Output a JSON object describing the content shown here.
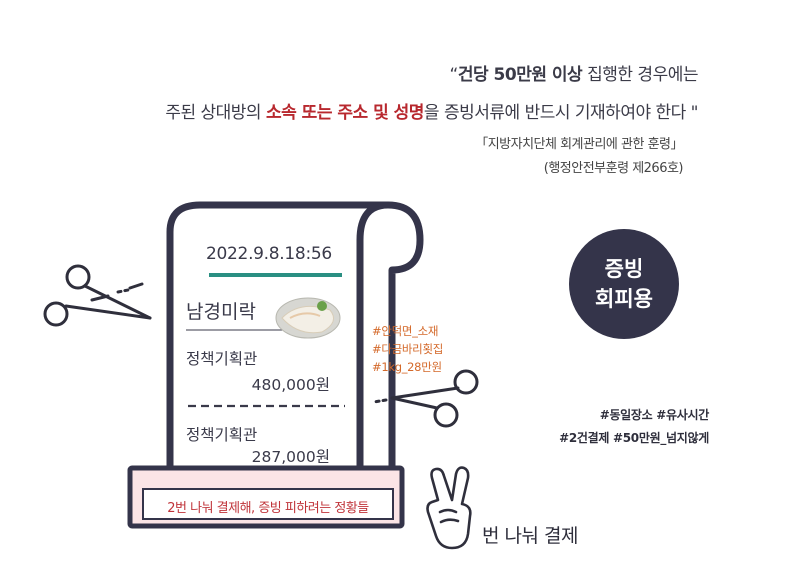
{
  "quote": {
    "open": "“",
    "bold1": "건당 50만원 이상",
    "line1_rest": " 집행한 경우에는",
    "line2_pre": "주된 상대방의 ",
    "red1": "소속 또는 주소 및 성명",
    "line2_post": "을 증빙서류에 반드시 기재하여야 한다 \""
  },
  "source": {
    "line1": "「지방자치단체 회계관리에 관한 훈령」",
    "line2": "(행정안전부훈령 제266호)"
  },
  "receipt": {
    "datetime": "2022.9.8.18:56",
    "shop": "남경미락",
    "entries": [
      {
        "label": "정책기획관",
        "amount": "480,000원"
      },
      {
        "label": "정책기획관",
        "amount": "287,000원"
      }
    ],
    "banner": "2번 나눠 결제해, 증빙 피하려는 정황들"
  },
  "tags_receipt": [
    "#안덕면_소재",
    "#다금바리횟집",
    "#1kg_28만원"
  ],
  "tags_right": [
    "#동일장소 #유사시간",
    "#2건결제 #50만원_넘지않게"
  ],
  "badge": {
    "line1": "증빙",
    "line2": "회피용"
  },
  "split_label": "번 나눠 결제",
  "colors": {
    "accent_red": "#b8282e",
    "navy": "#34344a",
    "teal": "#2a8f82",
    "orange": "#d4692a"
  },
  "icons": [
    "scissors-icon",
    "scissors-icon",
    "fish-dish-icon",
    "v-sign-hand-icon"
  ]
}
